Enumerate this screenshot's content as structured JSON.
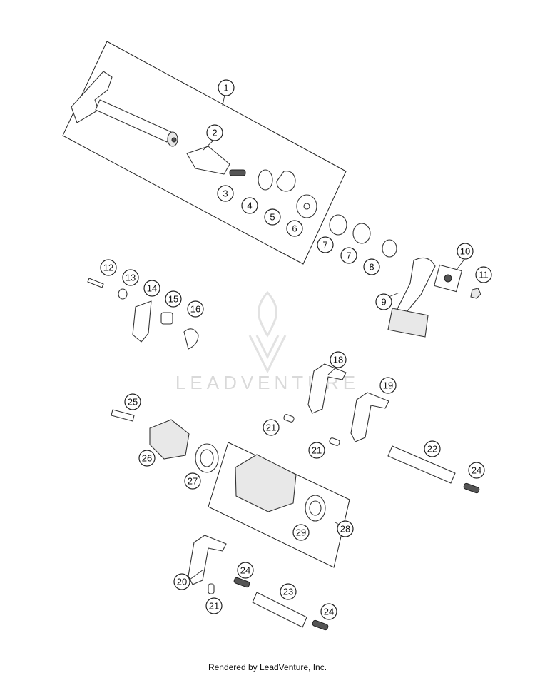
{
  "watermark": {
    "text": "LEADVENTURE"
  },
  "footer": {
    "text": "Rendered by LeadVenture, Inc."
  },
  "callouts": [
    "1",
    "2",
    "3",
    "4",
    "5",
    "6",
    "7",
    "7",
    "8",
    "9",
    "10",
    "11",
    "12",
    "13",
    "14",
    "15",
    "16",
    "18",
    "19",
    "21",
    "21",
    "21",
    "22",
    "24",
    "24",
    "24",
    "25",
    "26",
    "27",
    "28",
    "29",
    "20",
    "23"
  ]
}
